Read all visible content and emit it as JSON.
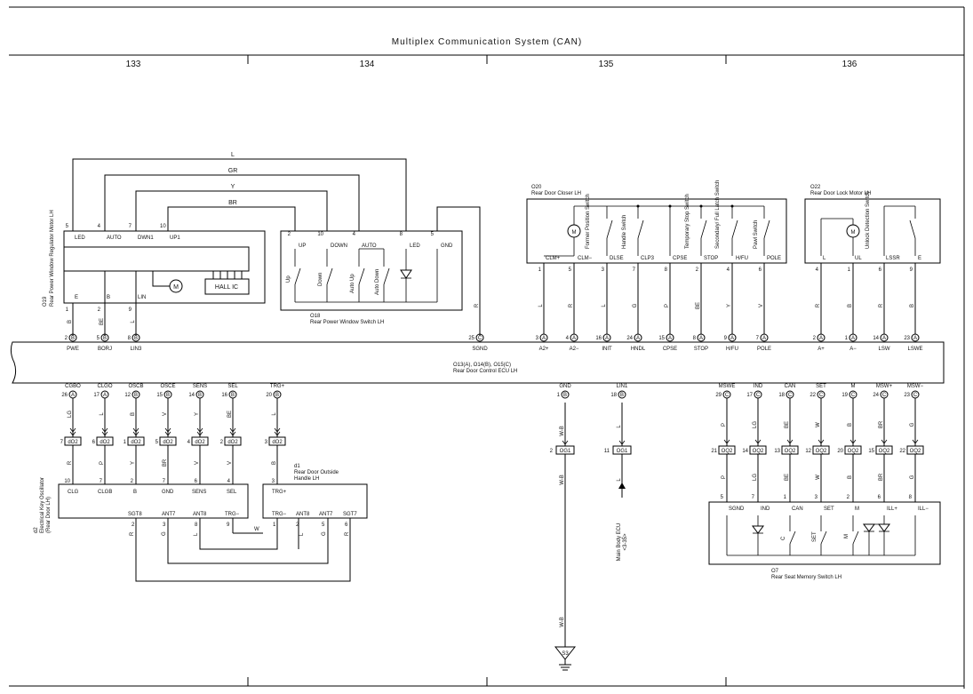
{
  "title": "Multiplex Communication System (CAN)",
  "sections": [
    "133",
    "134",
    "135",
    "136"
  ],
  "wire_top": {
    "l": "L",
    "gr": "GR",
    "y": "Y",
    "br": "BR"
  },
  "o19": {
    "name": "O19\nRear Power Window Regulator Motor LH",
    "pins": [
      "LED",
      "AUTO",
      "DWN1",
      "UP1",
      "E",
      "B",
      "LIN"
    ],
    "pin_nums": [
      "5",
      "4",
      "7",
      "10",
      "1",
      "2",
      "9"
    ],
    "motor": "M",
    "hall": "HALL IC",
    "wires": [
      "B",
      "BE",
      "L"
    ]
  },
  "o18": {
    "name": "O18",
    "desc": "Rear Power Window Switch LH",
    "pins": [
      "UP",
      "DOWN",
      "AUTO",
      "LED",
      "GND"
    ],
    "pin_nums": [
      "2",
      "10",
      "4",
      "8",
      "5"
    ],
    "switches": [
      "Up",
      "Down",
      "Auto Up",
      "Auto Down"
    ]
  },
  "o20": {
    "name": "O20",
    "desc": "Rear Door Closer LH",
    "pins": [
      "CLM+",
      "CLM−",
      "DLSE",
      "CLP3",
      "CPSE",
      "STOP",
      "H/FU",
      "POLE"
    ],
    "pin_nums": [
      "1",
      "5",
      "3",
      "7",
      "8",
      "2",
      "4",
      "6"
    ],
    "wires": [
      "L",
      "R",
      "L",
      "G",
      "P",
      "BE",
      "Y",
      "V"
    ],
    "switches": [
      "Former Position Switch",
      "Handle Switch",
      "Temporary Stop Switch",
      "Secondary/ Full Latch Switch",
      "Pawl Switch"
    ]
  },
  "o22": {
    "name": "O22",
    "desc": "Rear Door Lock Motor LH",
    "pins": [
      "L",
      "UL",
      "LSSR",
      "E"
    ],
    "pin_nums": [
      "4",
      "1",
      "6",
      "9"
    ],
    "wires": [
      "R",
      "B",
      "R",
      "B"
    ],
    "switch": "Unlock Detection Switch"
  },
  "ecu": {
    "name": "O13(A), O14(B), O15(C)",
    "desc": "Rear Door Control ECU LH",
    "top_pins": [
      {
        "n": "2",
        "c": "B",
        "l": "PWE"
      },
      {
        "n": "5",
        "c": "B",
        "l": "BORJ"
      },
      {
        "n": "8",
        "c": "B",
        "l": "LIN3"
      },
      {
        "n": "25",
        "c": "C",
        "l": "SGND"
      },
      {
        "n": "3",
        "c": "A",
        "l": "A2+"
      },
      {
        "n": "4",
        "c": "A",
        "l": "A2−"
      },
      {
        "n": "16",
        "c": "A",
        "l": "INIT"
      },
      {
        "n": "24",
        "c": "A",
        "l": "HNDL"
      },
      {
        "n": "15",
        "c": "A",
        "l": "CPSE"
      },
      {
        "n": "8",
        "c": "A",
        "l": "STOP"
      },
      {
        "n": "9",
        "c": "A",
        "l": "H/FU"
      },
      {
        "n": "7",
        "c": "A",
        "l": "POLE"
      },
      {
        "n": "2",
        "c": "A",
        "l": "A+"
      },
      {
        "n": "1",
        "c": "A",
        "l": "A−"
      },
      {
        "n": "14",
        "c": "A",
        "l": "LSW"
      },
      {
        "n": "23",
        "c": "A",
        "l": "LSWE"
      }
    ],
    "bottom_pins": [
      {
        "n": "26",
        "c": "A",
        "l": "CGBO"
      },
      {
        "n": "17",
        "c": "A",
        "l": "CLGO"
      },
      {
        "n": "12",
        "c": "B",
        "l": "OSCB"
      },
      {
        "n": "15",
        "c": "B",
        "l": "OSCE"
      },
      {
        "n": "14",
        "c": "B",
        "l": "SENS"
      },
      {
        "n": "16",
        "c": "B",
        "l": "SEL"
      },
      {
        "n": "20",
        "c": "B",
        "l": "TRG+"
      },
      {
        "n": "1",
        "c": "B",
        "l": "GND"
      },
      {
        "n": "18",
        "c": "B",
        "l": "LIN1"
      },
      {
        "n": "29",
        "c": "C",
        "l": "MSWE"
      },
      {
        "n": "17",
        "c": "C",
        "l": "IND"
      },
      {
        "n": "18",
        "c": "C",
        "l": "CAN"
      },
      {
        "n": "22",
        "c": "C",
        "l": "SET"
      },
      {
        "n": "19",
        "c": "C",
        "l": "M"
      },
      {
        "n": "24",
        "c": "C",
        "l": "MSW+"
      },
      {
        "n": "23",
        "c": "C",
        "l": "MSW−"
      }
    ],
    "top_wire_r": "R"
  },
  "d02": {
    "label": "dO2",
    "upper_wires": [
      "LG",
      "L",
      "B",
      "V",
      "Y",
      "BE",
      "L"
    ],
    "lower_wires": [
      "R",
      "P",
      "Y",
      "BR",
      "V",
      "V",
      "B"
    ],
    "pin_upper": [
      "7",
      "6",
      "1",
      "5",
      "4",
      "2",
      "3"
    ],
    "pin_lower": [
      "10",
      "7",
      "2",
      "7",
      "6",
      "4",
      "3"
    ]
  },
  "d2": {
    "name": "d2\nElectrical Key Oscillator\n(Rear Door LH)",
    "pins_top": [
      "CLG",
      "CLGB",
      "B",
      "GND",
      "SENS",
      "SEL"
    ],
    "pins_bot": [
      "SGT8",
      "ANT7",
      "ANT8",
      "TRG−"
    ],
    "pins_bot_nums": [
      "2",
      "3",
      "8",
      "9"
    ],
    "wires_bot": [
      "R",
      "G",
      "L",
      "W"
    ]
  },
  "d1": {
    "name": "d1",
    "desc": "Rear Door Outside Handle LH",
    "pin_top": "TRG+",
    "pins_bot": [
      "TRG−",
      "ANT8",
      "ANT7",
      "SGT7"
    ],
    "pins_bot_nums": [
      "1",
      "2",
      "5",
      "6"
    ],
    "wires_bot": [
      "L",
      "G",
      "R"
    ]
  },
  "og1": {
    "label": "OG1",
    "gnd_wire": "W-B",
    "pin_l": "2",
    "pin_r": "11",
    "lin_wire": "L",
    "ecu_ref": "Main Body ECU\n<3-35>",
    "ground": "S3"
  },
  "oq2": {
    "label": "OQ2",
    "upper_wires": [
      "P",
      "LG",
      "BE",
      "W",
      "B",
      "BR",
      "G"
    ],
    "pins": [
      "21",
      "14",
      "13",
      "12",
      "20",
      "15",
      "22"
    ]
  },
  "o7": {
    "name": "O7",
    "desc": "Rear Seat Memory Switch LH",
    "pins": [
      "SGND",
      "IND",
      "CAN",
      "SET",
      "M",
      "ILL+",
      "ILL−"
    ],
    "pin_nums": [
      "5",
      "7",
      "1",
      "3",
      "2",
      "6",
      "8"
    ],
    "wires": [
      "P",
      "LG",
      "BE",
      "W",
      "B",
      "BR",
      "G"
    ],
    "switches": [
      "C",
      "SET",
      "M"
    ]
  }
}
